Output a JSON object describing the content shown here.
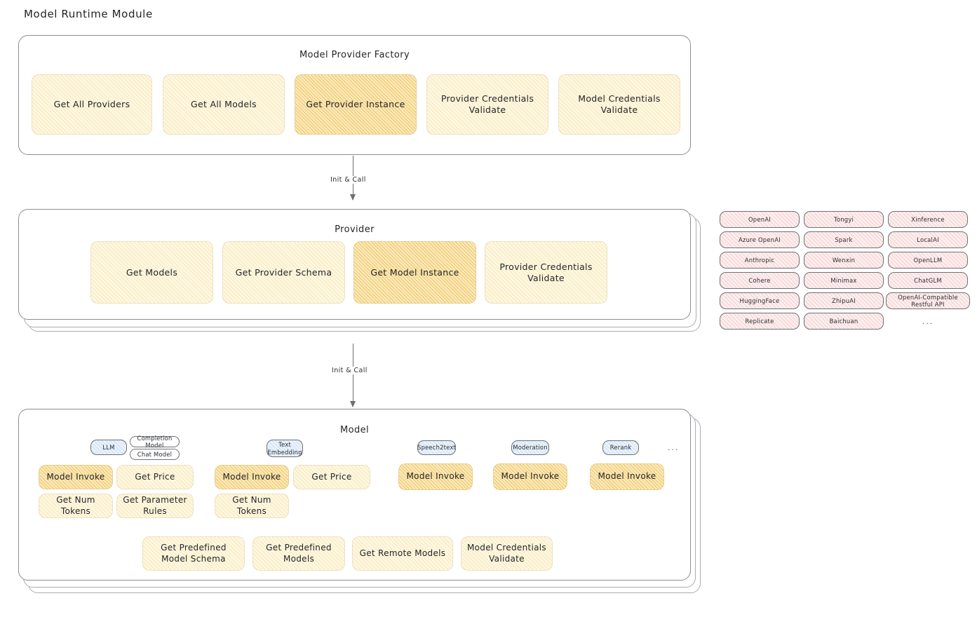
{
  "page": {
    "title": "Model Runtime Module"
  },
  "factory": {
    "title": "Model Provider Factory",
    "nodes": [
      {
        "label": "Get All Providers",
        "emphasis": "pale"
      },
      {
        "label": "Get All Models",
        "emphasis": "pale"
      },
      {
        "label": "Get Provider Instance",
        "emphasis": "deep"
      },
      {
        "label": "Provider Credentials Validate",
        "emphasis": "pale"
      },
      {
        "label": "Model Credentials Validate",
        "emphasis": "pale"
      }
    ]
  },
  "arrow1": {
    "label": "Init & Call"
  },
  "provider": {
    "title": "Provider",
    "nodes": [
      {
        "label": "Get Models",
        "emphasis": "pale"
      },
      {
        "label": "Get Provider Schema",
        "emphasis": "pale"
      },
      {
        "label": "Get Model Instance",
        "emphasis": "deep"
      },
      {
        "label": "Provider Credentials Validate",
        "emphasis": "pale"
      }
    ]
  },
  "providerList": {
    "columns": [
      [
        "OpenAI",
        "Azure OpenAI",
        "Anthropic",
        "Cohere",
        "HuggingFace",
        "Replicate"
      ],
      [
        "Tongyi",
        "Spark",
        "Wenxin",
        "Minimax",
        "ZhipuAI",
        "Baichuan"
      ],
      [
        "Xinference",
        "LocalAI",
        "OpenLLM",
        "ChatGLM",
        "OpenAI-Compatible Restful API"
      ]
    ],
    "ellipsis": "..."
  },
  "arrow2": {
    "label": "Init & Call"
  },
  "model": {
    "title": "Model",
    "ellipsis": "...",
    "groups": [
      {
        "badge": "LLM",
        "subtags": [
          "Completion Model",
          "Chat Model"
        ],
        "nodes": [
          {
            "label": "Model Invoke",
            "emphasis": "deep"
          },
          {
            "label": "Get Price",
            "emphasis": "pale"
          },
          {
            "label": "Get Num Tokens",
            "emphasis": "pale"
          },
          {
            "label": "Get Parameter Rules",
            "emphasis": "pale"
          }
        ]
      },
      {
        "badge": "Text Embedding",
        "subtags": [],
        "nodes": [
          {
            "label": "Model Invoke",
            "emphasis": "deep"
          },
          {
            "label": "Get Price",
            "emphasis": "pale"
          },
          {
            "label": "Get Num Tokens",
            "emphasis": "pale"
          }
        ]
      },
      {
        "badge": "Speech2text",
        "subtags": [],
        "nodes": [
          {
            "label": "Model Invoke",
            "emphasis": "deep"
          }
        ]
      },
      {
        "badge": "Moderation",
        "subtags": [],
        "nodes": [
          {
            "label": "Model Invoke",
            "emphasis": "deep"
          }
        ]
      },
      {
        "badge": "Rerank",
        "subtags": [],
        "nodes": [
          {
            "label": "Model Invoke",
            "emphasis": "deep"
          }
        ]
      }
    ],
    "commonNodes": [
      {
        "label": "Get Predefined Model Schema",
        "emphasis": "pale"
      },
      {
        "label": "Get Predefined Models",
        "emphasis": "pale"
      },
      {
        "label": "Get Remote Models",
        "emphasis": "pale"
      },
      {
        "label": "Model Credentials Validate",
        "emphasis": "pale"
      }
    ]
  },
  "colors": {
    "paleFill": "#fdf7e3",
    "deepFill": "#fbe9bd",
    "providerChip": "#fdeeee",
    "modelBadge": "#e9f2fb",
    "border": "#8b8d90",
    "text": "#26282b"
  }
}
